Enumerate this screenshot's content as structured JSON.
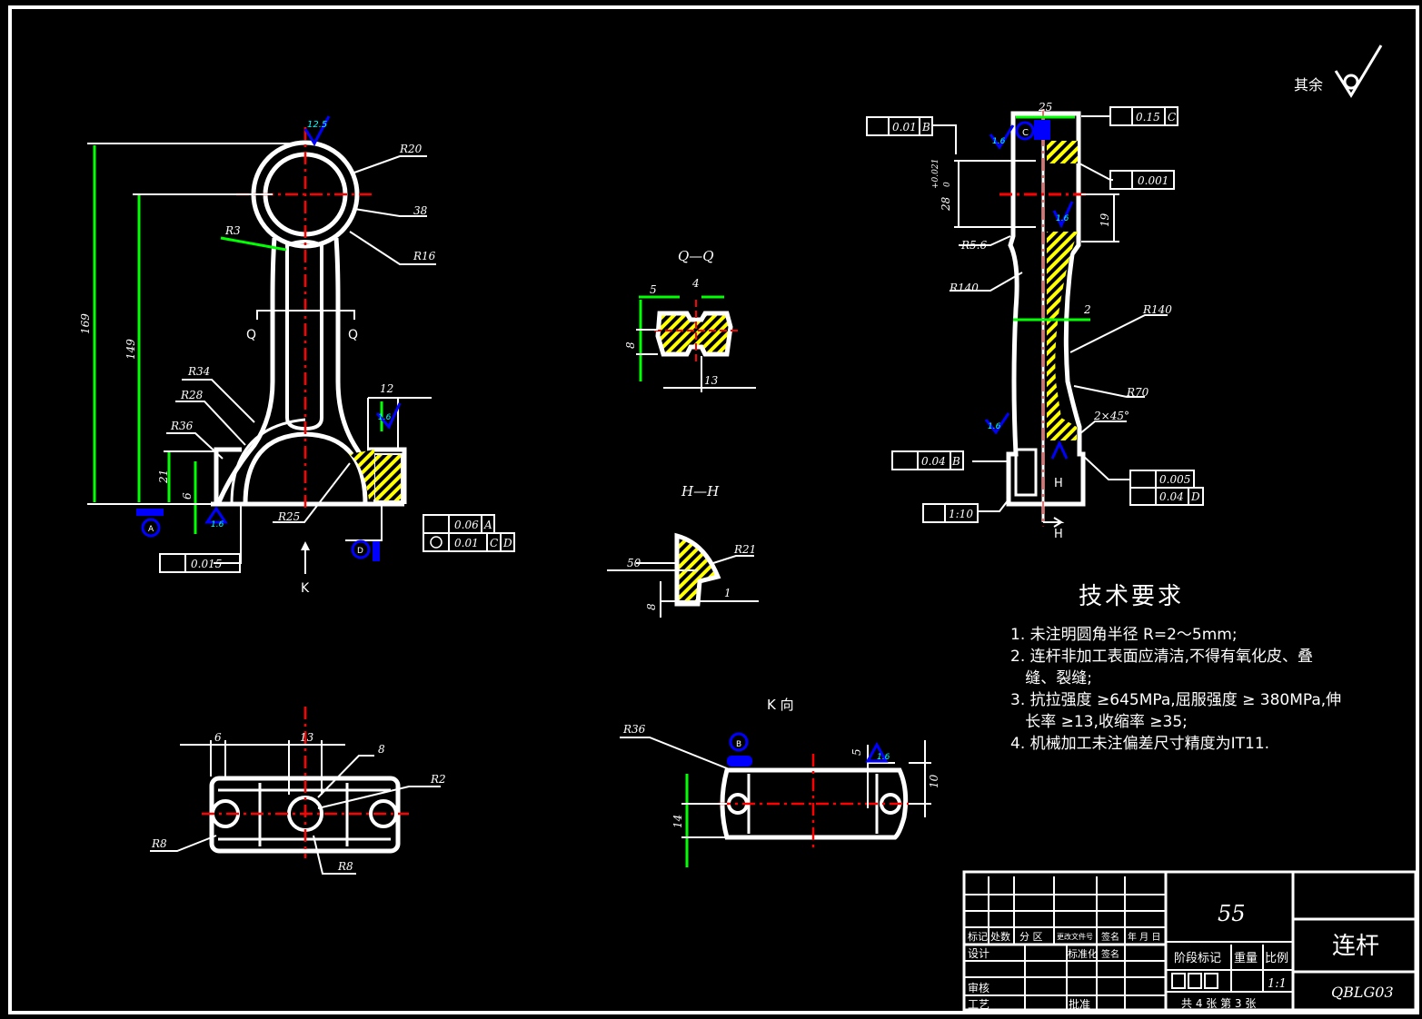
{
  "colors": {
    "outline": "#ffffff",
    "dimension": "#00ff00",
    "centerline": "#ff0000",
    "annotation": "#0000ff",
    "hatch": "#ffff00"
  },
  "roughness": {
    "label": "其余"
  },
  "main_view": {
    "dims": [
      "169",
      "149",
      "21",
      "6",
      "12",
      "R20",
      "R16",
      "R3",
      "R34",
      "R28",
      "R36",
      "R25",
      "12.5",
      "1.6",
      "1.6"
    ],
    "diam38": "38",
    "section_q": "Q",
    "arrow_k": "K",
    "datum_a": "A",
    "datum_d": "D",
    "flat": "0.015",
    "fcf1": [
      "0.06",
      "A"
    ],
    "fcf2": [
      "0.01",
      "C",
      "D"
    ]
  },
  "section_qq": {
    "title": "Q—Q",
    "dims": [
      "5",
      "4",
      "8",
      "13"
    ]
  },
  "section_hh": {
    "title": "H—H",
    "dims": [
      "50",
      "R21",
      "8",
      "1"
    ]
  },
  "side_view": {
    "dims": [
      "25",
      "19",
      "R5.6",
      "R140",
      "R140",
      "R70",
      "2",
      "2×45°",
      "1.6",
      "1.6",
      "1.6"
    ],
    "bore": "28",
    "bore_tol": "+0.021",
    "bore_tol2": "0",
    "datum_c": "C",
    "section_h": "H",
    "fcf_par": [
      "0.01",
      "B"
    ],
    "fcf_sym": [
      "0.15",
      "C"
    ],
    "fcf_cyl": "0.001",
    "fcf_perp": [
      "0.04",
      "B"
    ],
    "taper": "1:10",
    "fcf_cyl2": "0.005",
    "fcf_perp2": [
      "0.04",
      "D"
    ]
  },
  "bottom_view": {
    "dims": [
      "6",
      "13",
      "R2",
      "R8",
      "R8"
    ],
    "diam8": "8"
  },
  "k_view": {
    "title": "K 向",
    "dims": [
      "R36",
      "5",
      "10",
      "14",
      "1.6"
    ],
    "datum_b": "B"
  },
  "tech_req": {
    "title": "技术要求",
    "lines": [
      "1. 未注明圆角半径 R=2～5mm;",
      "2. 连杆非加工表面应清洁,不得有氧化皮、叠",
      "   缝、裂缝;",
      "3. 抗拉强度 ≥645MPa,屈服强度 ≥ 380MPa,伸",
      "   长率 ≥13,收缩率 ≥35;",
      "4. 机械加工未注偏差尺寸精度为IT11."
    ]
  },
  "title_block": {
    "number": "55",
    "part_name": "连杆",
    "drawing_no": "QBLG03",
    "scale": "1:1",
    "stage_mark": "阶段标记",
    "weight": "重量",
    "ratio": "比例",
    "sheets": "共 4 张  第 3 张",
    "headers": [
      "标记",
      "处数",
      "分 区",
      "更改文件号",
      "签名",
      "年 月 日"
    ],
    "design": "设计",
    "standardize": "标准化",
    "sign": "签名",
    "review": "审核",
    "process": "工艺",
    "approve": "批准"
  }
}
